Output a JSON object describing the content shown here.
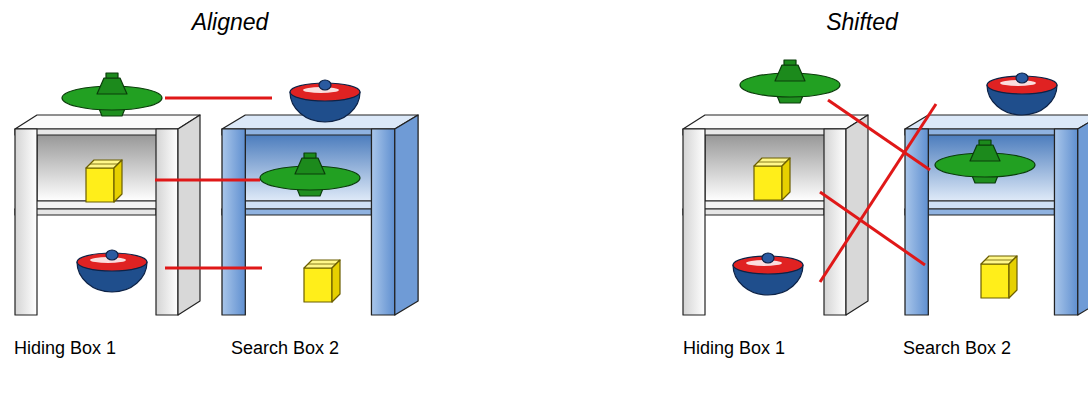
{
  "diagram": {
    "nodes": [
      {
        "text": [
          "Hiding Box 1"
        ]
      },
      {
        "text": [
          "Search Box 2"
        ]
      },
      {
        "text": [
          "Hiding Box 1"
        ]
      },
      {
        "text": [
          "Search Box 2"
        ]
      }
    ],
    "labels": [
      "Aligned",
      "Shifted"
    ]
  }
}
